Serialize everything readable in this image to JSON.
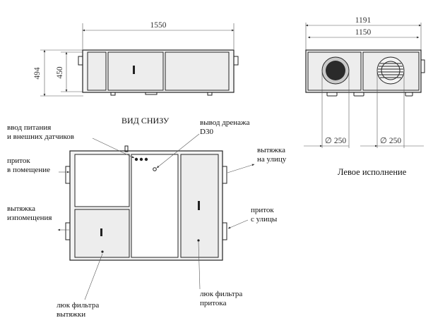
{
  "top_view": {
    "width_dim": "1550",
    "height_outer_dim": "494",
    "height_inner_dim": "450"
  },
  "side_view": {
    "outer_width_dim": "1191",
    "inner_width_dim": "1150",
    "duct_left_dim": "∅ 250",
    "duct_right_dim": "∅ 250",
    "caption": "Левое исполнение"
  },
  "bottom_view": {
    "title": "ВИД СНИЗУ",
    "label_power_line1": "ввод питания",
    "label_power_line2": "и внешних датчиков",
    "label_drain_line1": "вывод дренажа",
    "label_drain_line2": "D30",
    "label_supply_in_line1": "приток",
    "label_supply_in_line2": "в помещение",
    "label_exhaust_in_line1": "вытяжка",
    "label_exhaust_in_line2": "изпомещения",
    "label_exhaust_out_line1": "вытяжка",
    "label_exhaust_out_line2": "на улицу",
    "label_supply_out_line1": "приток",
    "label_supply_out_line2": "с улицы",
    "label_filter_exhaust_line1": "люк фильтра",
    "label_filter_exhaust_line2": "вытяжки",
    "label_filter_supply_line1": "люк фильтра",
    "label_filter_supply_line2": "притока"
  }
}
